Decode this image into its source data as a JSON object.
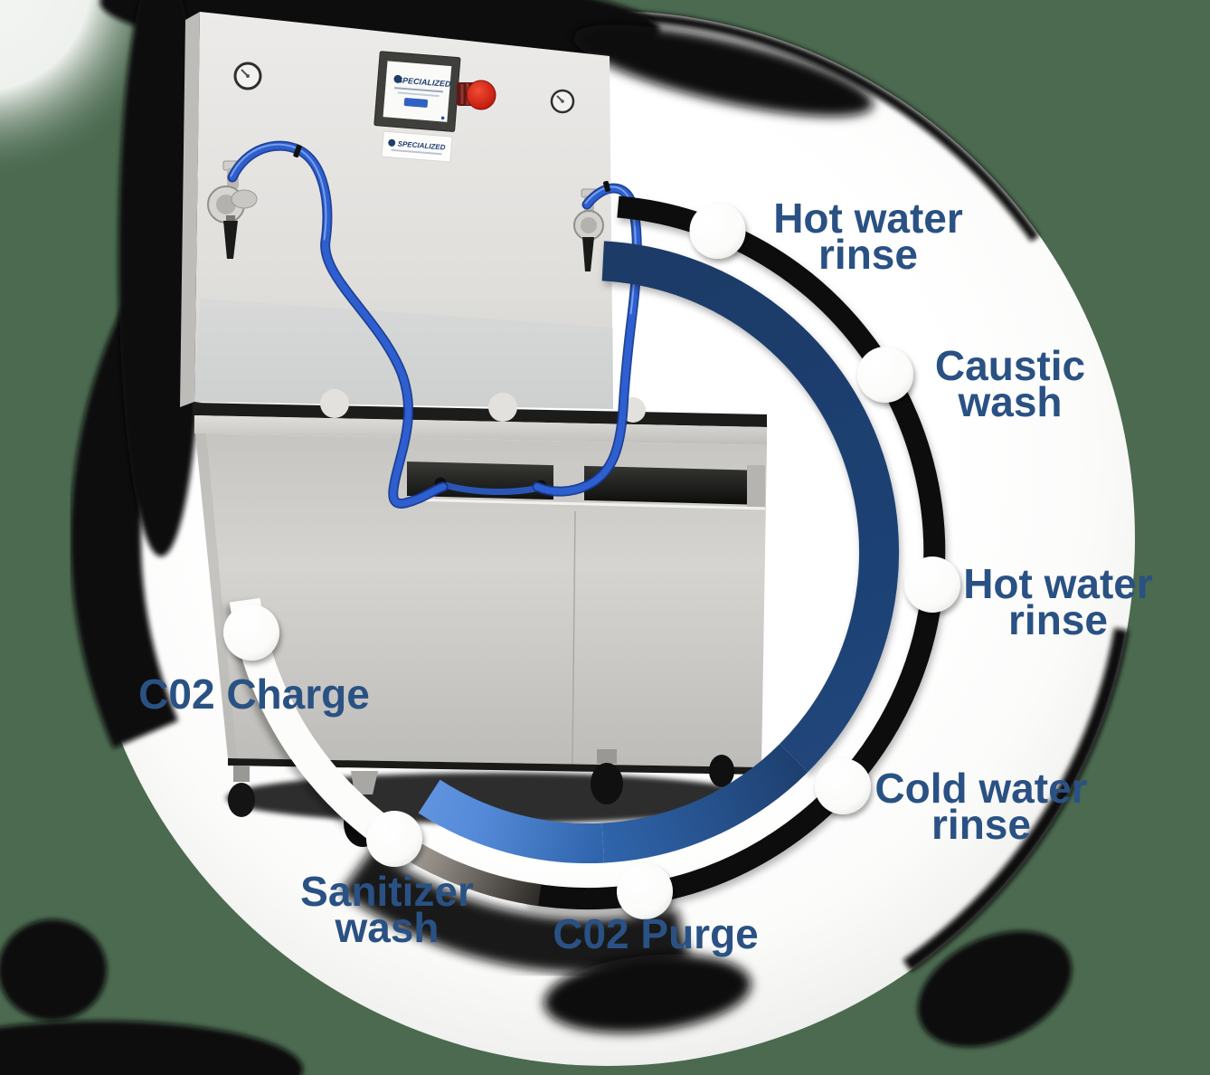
{
  "palette": {
    "background_green": "#4b6a50",
    "label_blue": "#2a5183",
    "ring_navy": "#1e4070",
    "ring_blue": "#548ad8",
    "ring_black": "#0d0d0d",
    "ring_silver": "#a7a29b",
    "hose_blue": "#2e5fd0",
    "estop_red": "#d32a1a",
    "node_white": "#ffffff"
  },
  "machine": {
    "brand": "SPECIALIZED"
  },
  "cycle": {
    "steps": [
      {
        "id": "hot-water-rinse-1",
        "line1": "Hot water",
        "line2": "rinse"
      },
      {
        "id": "caustic-wash",
        "line1": "Caustic",
        "line2": "wash"
      },
      {
        "id": "hot-water-rinse-2",
        "line1": "Hot water",
        "line2": "rinse"
      },
      {
        "id": "cold-water-rinse",
        "line1": "Cold water",
        "line2": "rinse"
      },
      {
        "id": "c02-purge",
        "line1": "C02 Purge",
        "line2": ""
      },
      {
        "id": "sanitizer-wash",
        "line1": "Sanitizer",
        "line2": "wash"
      },
      {
        "id": "c02-charge",
        "line1": "C02 Charge",
        "line2": ""
      }
    ]
  }
}
